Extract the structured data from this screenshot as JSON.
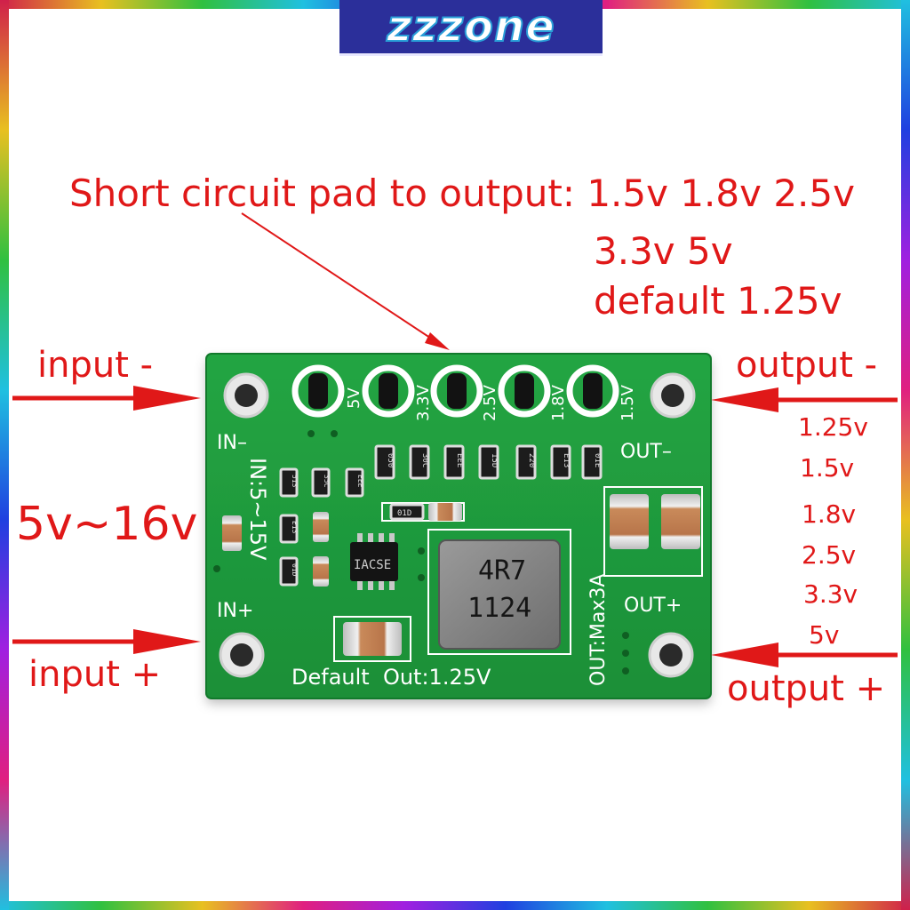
{
  "watermark": {
    "brand": "zzzone"
  },
  "caption": {
    "line1": "Short circuit pad to output: 1.5v 1.8v 2.5v",
    "line2": "3.3v 5v",
    "line3": "default 1.25v"
  },
  "labels": {
    "input_minus": "input -",
    "input_plus": "input +",
    "input_range": "5v~16v",
    "output_minus": "output -",
    "output_plus": "output +"
  },
  "output_options": [
    "1.25v",
    "1.5v",
    "1.8v",
    "2.5v",
    "3.3v",
    "5v"
  ],
  "board": {
    "in_minus": "IN–",
    "in_plus": "IN+",
    "in_range": "IN:5~15V",
    "out_minus": "OUT–",
    "out_plus": "OUT+",
    "out_max": "OUT:Max3A",
    "default_out": "Default  Out:1.25V",
    "inductor_line1": "4R7",
    "inductor_line2": "1124",
    "ic_marking": "IACSE",
    "pad_labels": [
      "5V",
      "3.3V",
      "2.5V",
      "1.8V",
      "1.5V"
    ],
    "resistor_codes": [
      "050",
      "30C",
      "EEE",
      "15D",
      "220",
      "E13",
      "01E"
    ],
    "left_resistor_codes": [
      "513",
      "35C",
      "EEE",
      "E13",
      "01D"
    ],
    "small_resistor_code": "01D"
  },
  "colors": {
    "annotation": "#e01818",
    "board": "#1f9b3c",
    "silkscreen": "#ffffff",
    "logo_bg": "#2b2f9a"
  }
}
